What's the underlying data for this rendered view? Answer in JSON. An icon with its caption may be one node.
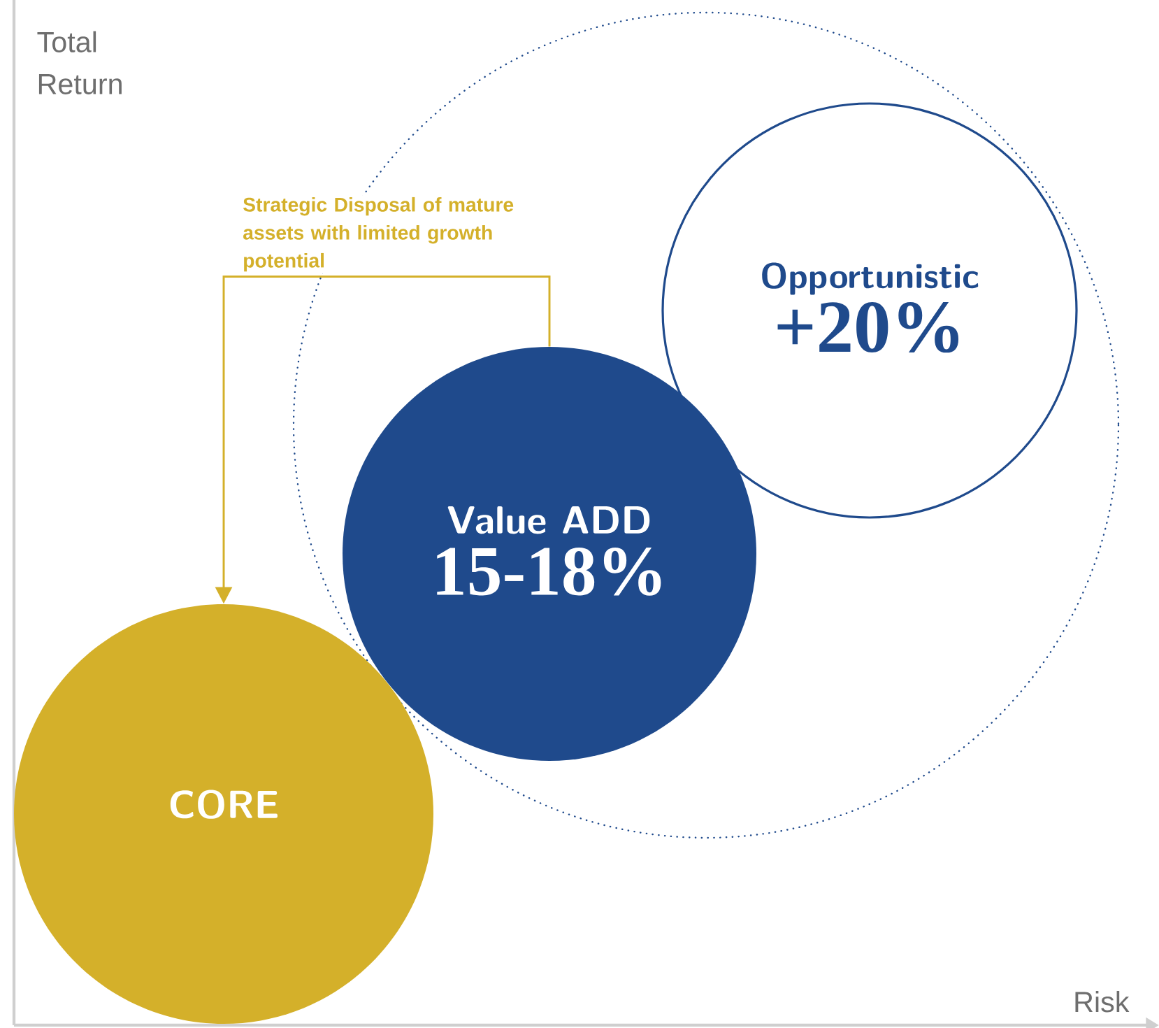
{
  "diagram": {
    "nodes": [
      {
        "text": [
          "Opportunistic",
          "+20%"
        ]
      },
      {
        "text": [
          "Value ADD",
          "15-18%"
        ]
      },
      {
        "text": [
          "CORE"
        ]
      }
    ],
    "edges": [
      {
        "from": 1,
        "to": 2,
        "arrow": "to",
        "label": "Strategic Disposal of mature assets with limited growth potential"
      }
    ],
    "labels": [
      "Total Return",
      "Risk"
    ]
  }
}
